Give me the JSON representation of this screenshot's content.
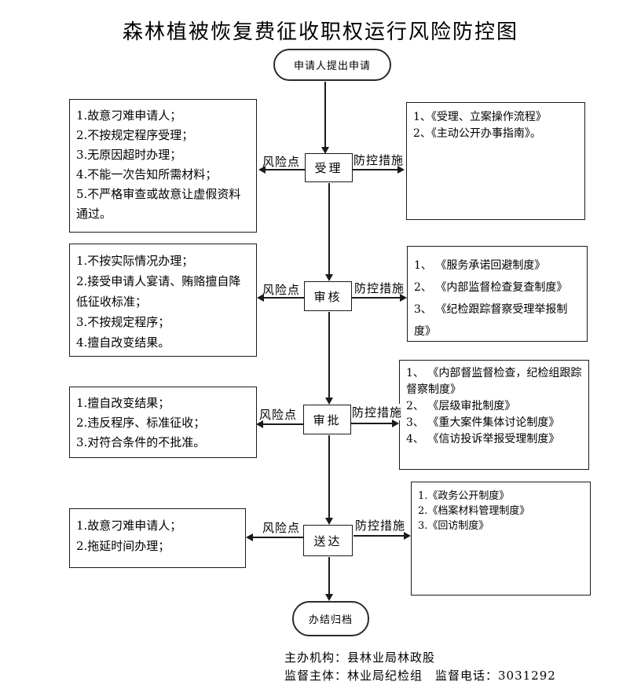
{
  "title": "森林植被恢复费征收职权运行风险防控图",
  "start_node": {
    "label": "申请人提出申请"
  },
  "end_node": {
    "label": "办结归档"
  },
  "colors": {
    "line": "#1a1a1a",
    "background": "#ffffff",
    "text": "#000000"
  },
  "rows": [
    {
      "step": "受理",
      "risk_label": "风险点",
      "control_label": "防控措施",
      "risks": [
        "1.故意刁难申请人；",
        "2.不按规定程序受理；",
        "3.无原因超时办理；",
        "4.不能一次告知所需材料；",
        "5.不严格审查或故意让虚假资料通过。"
      ],
      "controls": [
        "1、《受理、立案操作流程》",
        "2、《主动公开办事指南》。"
      ]
    },
    {
      "step": "审核",
      "risk_label": "风险点",
      "control_label": "防控措施",
      "risks": [
        "1.不按实际情况办理；",
        "2.接受申请人宴请、贿赂擅自降低征收标准；",
        "3.不按规定程序；",
        "4.擅自改变结果。"
      ],
      "controls": [
        "1、 《服务承诺回避制度》",
        "2、 《内部监督检查复查制度》",
        "3、 《纪检跟踪督察受理举报制度》"
      ]
    },
    {
      "step": "审批",
      "risk_label": "风险点",
      "control_label": "防控措施",
      "risks": [
        "1.擅自改变结果；",
        "2.违反程序、标准征收；",
        "3.对符合条件的不批准。"
      ],
      "controls": [
        "1、 《内部督监督检查，纪检组跟踪督察制度》",
        "2、 《层级审批制度》",
        "3、 《重大案件集体讨论制度》",
        "4、 《信访投诉举报受理制度》"
      ]
    },
    {
      "step": "送达",
      "risk_label": "风险点",
      "control_label": "防控措施",
      "risks": [
        "1.故意刁难申请人；",
        "2.拖延时间办理；"
      ],
      "controls": [
        "1.《政务公开制度》",
        "2.《档案材料管理制度》",
        "3.《回访制度》"
      ]
    }
  ],
  "footer": {
    "line1": "主办机构：县林业局林政股",
    "line2": "监督主体：林业局纪检组　监督电话：3031292"
  }
}
